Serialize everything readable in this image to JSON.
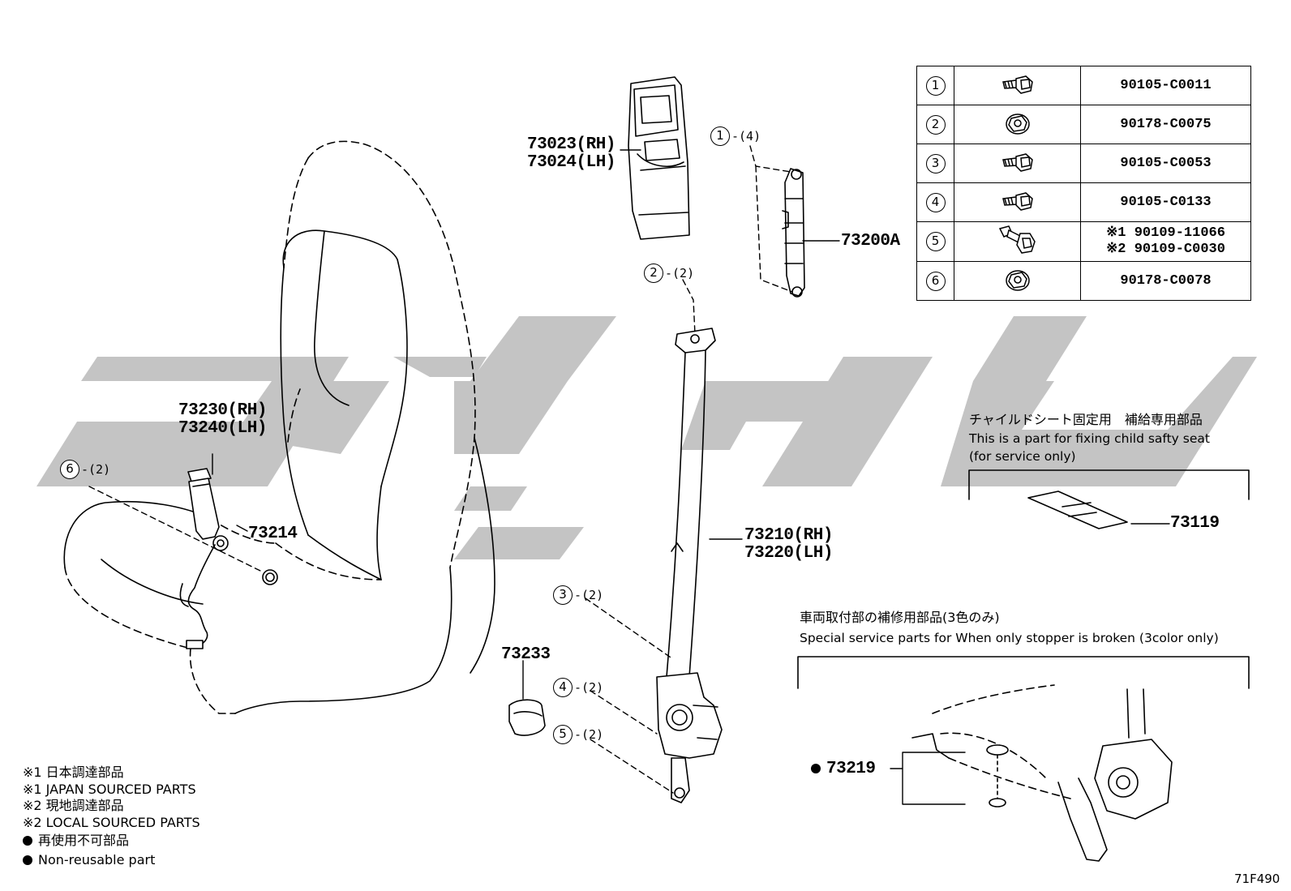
{
  "figure_code": "71F490",
  "callouts": {
    "retractor_cover": [
      "73023(RH)",
      "73024(LH)"
    ],
    "adjuster": "73200A",
    "outer_belt": [
      "73210(RH)",
      "73220(LH)"
    ],
    "buckle": [
      "73230(RH)",
      "73240(LH)"
    ],
    "buckle_bolt_cover": "73214",
    "cover_73233": "73233",
    "child_seat_part": "73119",
    "stopper_part": "73219"
  },
  "fastener_callouts": [
    {
      "num": "1",
      "qty": "-(4)"
    },
    {
      "num": "2",
      "qty": "-(2)"
    },
    {
      "num": "3",
      "qty": "-(2)"
    },
    {
      "num": "4",
      "qty": "-(2)"
    },
    {
      "num": "5",
      "qty": "-(2)"
    },
    {
      "num": "6",
      "qty": "-(2)"
    }
  ],
  "parts_table": [
    {
      "num": "1",
      "icon": "flange-bolt-icon",
      "lines": [
        "90105-C0011"
      ]
    },
    {
      "num": "2",
      "icon": "flange-nut-icon",
      "lines": [
        "90178-C0075"
      ]
    },
    {
      "num": "3",
      "icon": "flange-bolt-icon",
      "lines": [
        "90105-C0053"
      ]
    },
    {
      "num": "4",
      "icon": "flange-bolt-icon",
      "lines": [
        "90105-C0133"
      ]
    },
    {
      "num": "5",
      "icon": "shoulder-bolt-icon",
      "lines": [
        "※1 90109-11066",
        "※2 90109-C0030"
      ]
    },
    {
      "num": "6",
      "icon": "flange-nut-icon",
      "lines": [
        "90178-C0078"
      ]
    }
  ],
  "child_seat_note": {
    "jp": "チャイルドシート固定用　補給専用部品",
    "en1": "This is a part for fixing child safty seat",
    "en2": "(for service only)"
  },
  "stopper_note": {
    "jp": "車両取付部の補修用部品(3色のみ)",
    "en": "Special service parts for When only stopper is broken (3color only)"
  },
  "legend": [
    "※1 日本調達部品",
    "※1 JAPAN SOURCED PARTS",
    "※2 現地調達部品",
    "※2 LOCAL SOURCED PARTS"
  ],
  "non_reusable": [
    "再使用不可部品",
    "Non-reusable part"
  ],
  "watermark_color": "#c4c4c4"
}
